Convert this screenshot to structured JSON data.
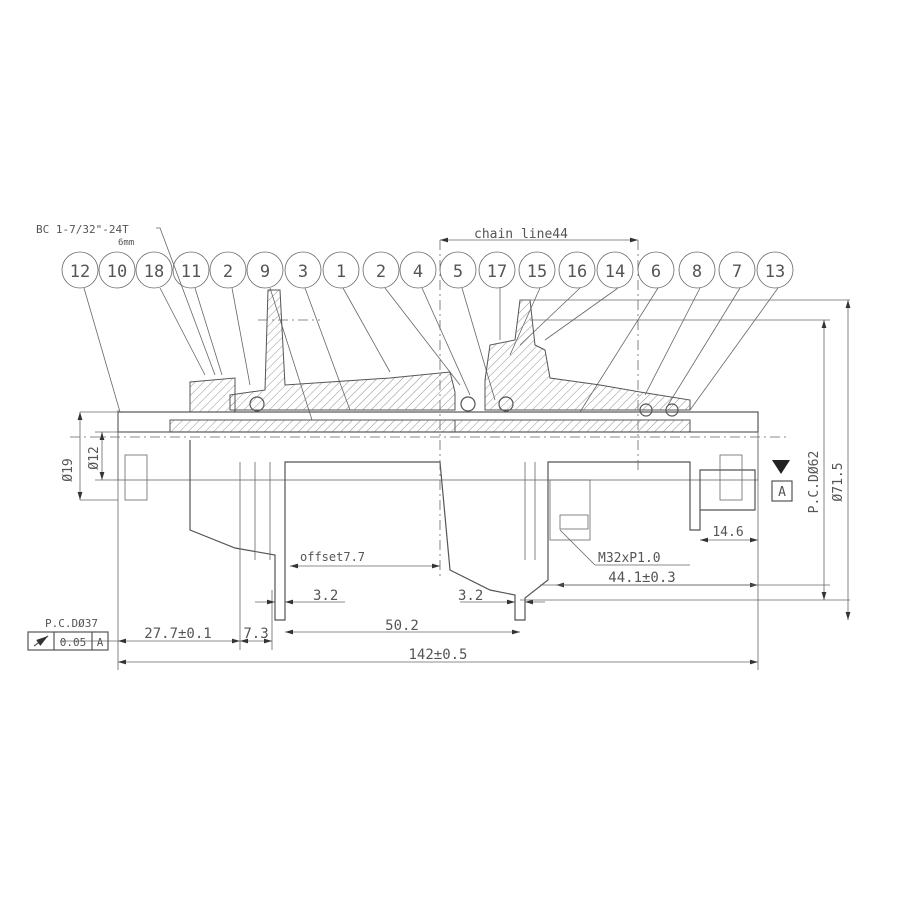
{
  "colors": {
    "line": "#555555",
    "background": "#ffffff"
  },
  "balloons": [
    "12",
    "10",
    "18",
    "11",
    "2",
    "9",
    "3",
    "1",
    "2",
    "4",
    "5",
    "17",
    "15",
    "16",
    "14",
    "6",
    "8",
    "7",
    "13"
  ],
  "labels": {
    "bc_thread": "BC 1-7/32\"-24T",
    "bc_sub": "6mm",
    "chain_line": "chain line44",
    "dia19": "Ø19",
    "dia12": "Ø12",
    "offset": "offset7.7",
    "dim_3_2_left": "3.2",
    "dim_3_2_right": "3.2",
    "dim_50_2": "50.2",
    "dim_27_7": "27.7±0.1",
    "dim_7_3": "7.3",
    "dim_142": "142±0.5",
    "pcd37": "P.C.DØ37",
    "runout_tol": "0.05",
    "runout_datum": "A",
    "thread_m32": "M32xP1.0",
    "dim_44_1": "44.1±0.3",
    "dim_14_6": "14.6",
    "datum_a": "A",
    "pcd62": "P.C.DØ62",
    "dia71_5": "Ø71.5"
  }
}
